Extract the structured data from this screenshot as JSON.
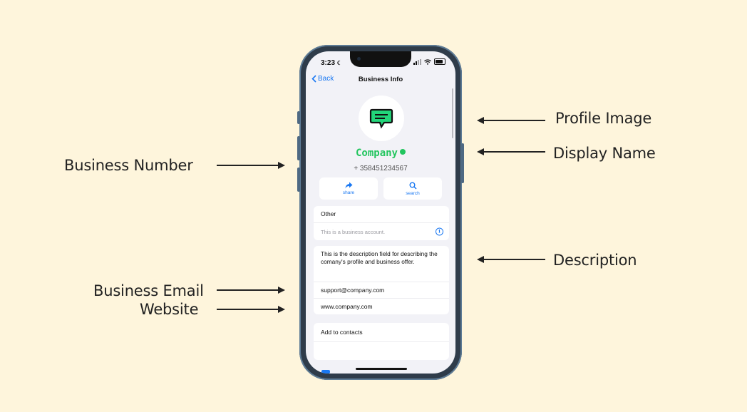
{
  "callouts": {
    "profile_image": "Profile Image",
    "display_name": "Display Name",
    "business_number": "Business Number",
    "description": "Description",
    "business_email": "Business Email",
    "website": "Website"
  },
  "status_bar": {
    "time": "3:23"
  },
  "nav": {
    "back_label": "Back",
    "title": "Business Info"
  },
  "profile": {
    "display_name": "Company",
    "phone_number": "+ 358451234567"
  },
  "actions": [
    {
      "label": "share",
      "icon": "share-icon"
    },
    {
      "label": "search",
      "icon": "search-icon"
    }
  ],
  "other_section": {
    "header": "Other",
    "note": "This is a business account."
  },
  "details": {
    "description": "This is the description field for describing the comany's profile and business offer.",
    "email": "support@company.com",
    "website": "www.company.com"
  },
  "contacts": {
    "add_label": "Add to contacts"
  },
  "colors": {
    "background": "#fef5dc",
    "accent": "#1a78f2",
    "brand_green": "#22c55e",
    "phone_frame": "#2f3c4a"
  }
}
